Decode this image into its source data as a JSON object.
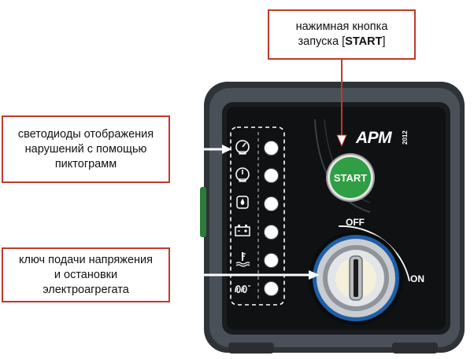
{
  "callouts": {
    "start_button": {
      "line1": "нажимная кнопка",
      "line2_prefix": "запуска [",
      "line2_bold": "START",
      "line2_suffix": "]"
    },
    "leds": {
      "line1": "светодиоды отображения",
      "line2": "нарушений с помощью",
      "line3": "пиктограмм"
    },
    "key": {
      "line1": "ключ подачи напряжения",
      "line2": "и остановки",
      "line3": "электроагрегата"
    }
  },
  "panel": {
    "brand": "APM",
    "brand_year": "2012",
    "start_label": "START",
    "key_off_label": "OFF",
    "key_on_label": "ON",
    "indicators": [
      {
        "icon": "oil-pressure-gauge-icon"
      },
      {
        "icon": "overspeed-gauge-icon"
      },
      {
        "icon": "fuel-drop-icon"
      },
      {
        "icon": "battery-icon"
      },
      {
        "icon": "coolant-temperature-icon"
      },
      {
        "icon": "glow-plug-icon"
      }
    ]
  },
  "colors": {
    "callout_border": "#c0392b",
    "panel_body": "#3a3f45",
    "panel_face": "#15181b",
    "start_button": "#2f9e44",
    "key_ring_blue": "#1d5fa8"
  }
}
